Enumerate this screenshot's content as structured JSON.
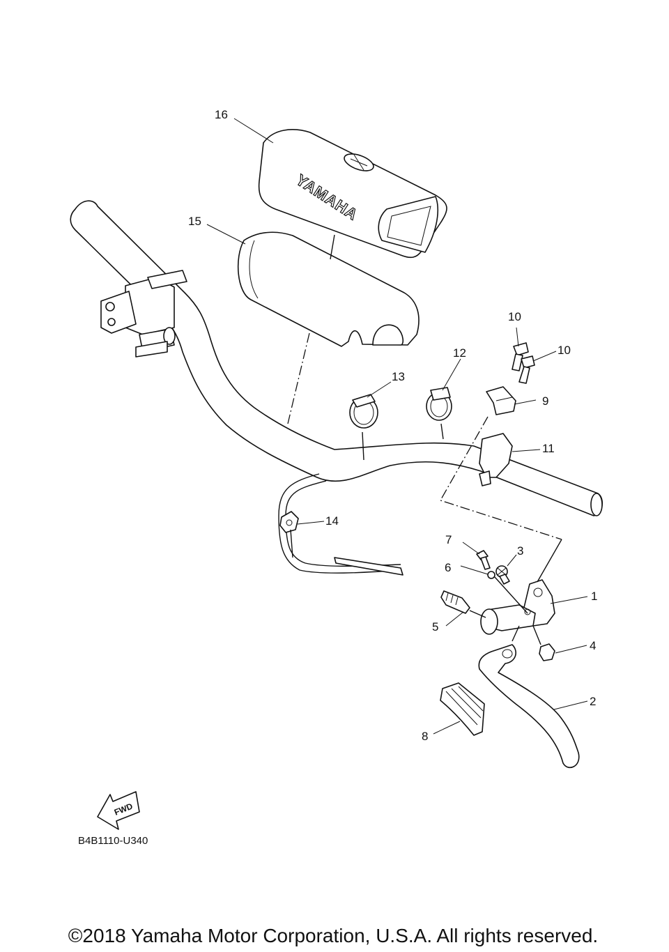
{
  "diagram": {
    "code": "B4B1110-U340",
    "copyright": "©2018 Yamaha Motor Corporation, U.S.A. All rights reserved.",
    "pad_brand": "YAMAHA",
    "fwd_label": "FWD",
    "callouts": {
      "c1": "1",
      "c2": "2",
      "c3": "3",
      "c4": "4",
      "c5": "5",
      "c6": "6",
      "c7": "7",
      "c8": "8",
      "c9": "9",
      "c10a": "10",
      "c10b": "10",
      "c11": "11",
      "c12": "12",
      "c13": "13",
      "c14": "14",
      "c15": "15",
      "c16": "16"
    }
  }
}
